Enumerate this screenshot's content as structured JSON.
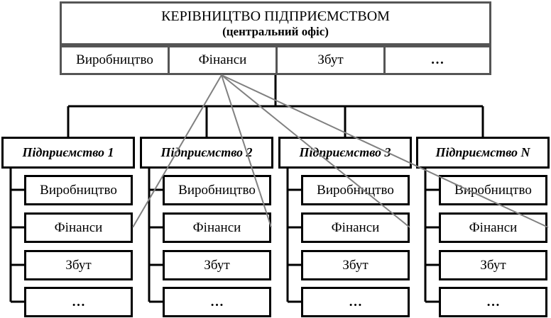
{
  "headquarters": {
    "title": "КЕРІВНИЦТВО ПІДПРИЄМСТВОМ",
    "subtitle": "(центральний офіс)"
  },
  "hq_functions": [
    "Виробництво",
    "Фінанси",
    "Збут",
    "…"
  ],
  "enterprises": [
    {
      "name": "Підприємство 1",
      "functions": [
        "Виробництво",
        "Фінанси",
        "Збут",
        "…"
      ]
    },
    {
      "name": "Підприємство 2",
      "functions": [
        "Виробництво",
        "Фінанси",
        "Збут",
        "…"
      ]
    },
    {
      "name": "Підприємство 3",
      "functions": [
        "Виробництво",
        "Фінанси",
        "Збут",
        "…"
      ]
    },
    {
      "name": "Підприємство N",
      "functions": [
        "Виробництво",
        "Фінанси",
        "Збут",
        "…"
      ]
    }
  ],
  "colors": {
    "tree_lines": "#000000",
    "finance_links": "#808080",
    "header_border": "#555555"
  }
}
